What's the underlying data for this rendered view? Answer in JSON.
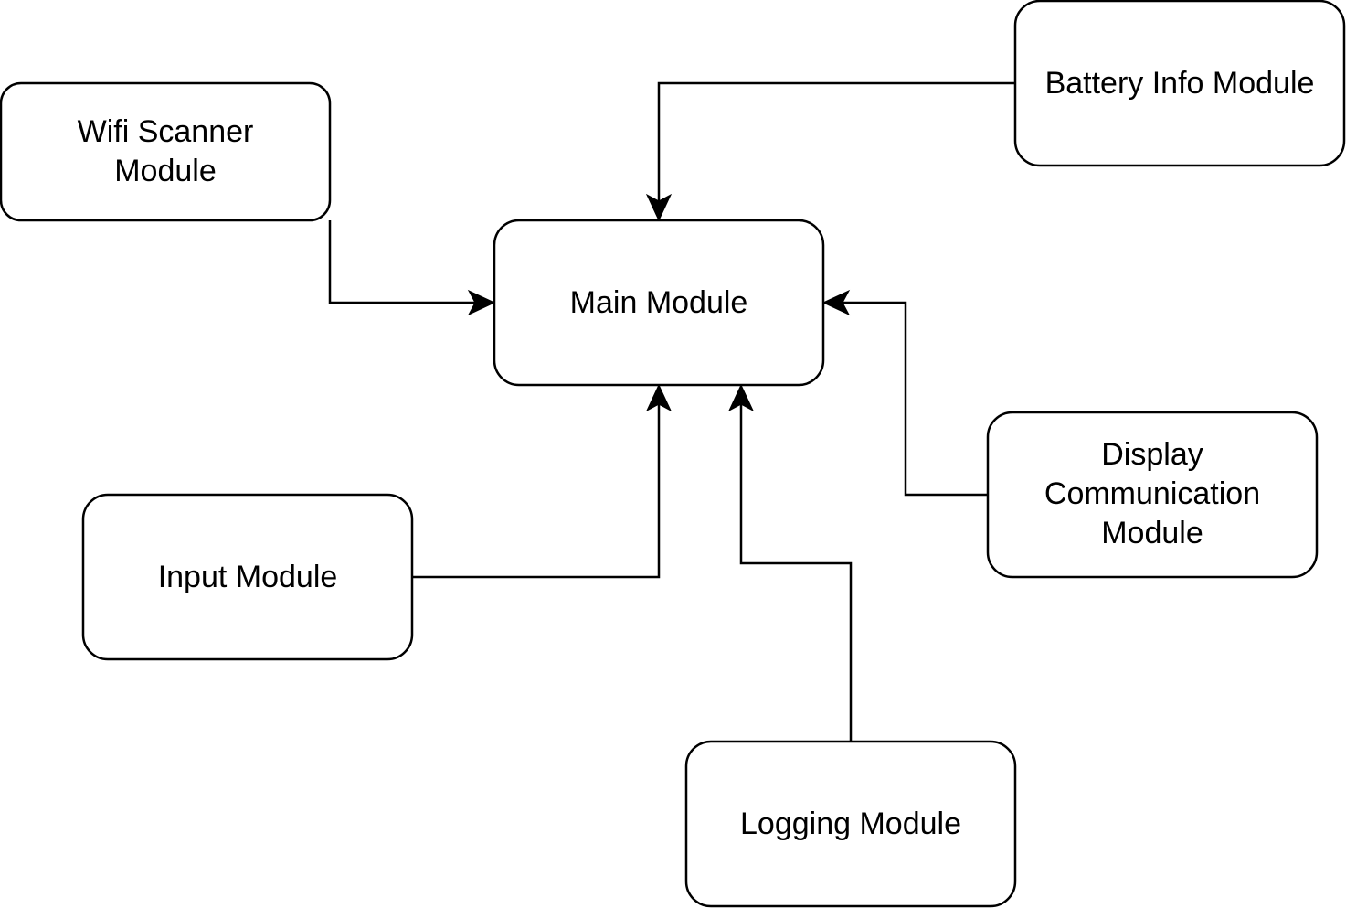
{
  "nodes": {
    "main": {
      "label": "Main Module"
    },
    "wifi": {
      "line1": "Wifi Scanner",
      "line2": "Module"
    },
    "battery": {
      "label": "Battery Info Module"
    },
    "display": {
      "line1": "Display",
      "line2": "Communication",
      "line3": "Module"
    },
    "input": {
      "label": "Input Module"
    },
    "logging": {
      "label": "Logging Module"
    }
  },
  "edges": [
    {
      "from": "Wifi Scanner Module",
      "to": "Main Module"
    },
    {
      "from": "Battery Info Module",
      "to": "Main Module"
    },
    {
      "from": "Display Communication Module",
      "to": "Main Module"
    },
    {
      "from": "Input Module",
      "to": "Main Module"
    },
    {
      "from": "Logging Module",
      "to": "Main Module"
    }
  ]
}
